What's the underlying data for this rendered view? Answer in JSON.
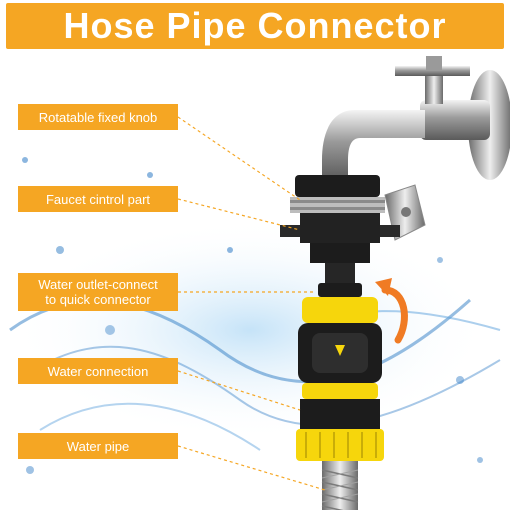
{
  "title": "Hose Pipe Connector",
  "labels": [
    {
      "lines": [
        "Rotatable fixed knob"
      ]
    },
    {
      "lines": [
        "Faucet cintrol part"
      ]
    },
    {
      "lines": [
        "Water outlet-connect",
        "to quick connector"
      ]
    },
    {
      "lines": [
        "Water connection"
      ]
    },
    {
      "lines": [
        "Water pipe"
      ]
    }
  ],
  "colors": {
    "accent": "#f5a623",
    "yellow_part": "#f6d60c",
    "black_part": "#1c1c1c",
    "water": "#3f86c9",
    "arrow": "#f07b24"
  }
}
